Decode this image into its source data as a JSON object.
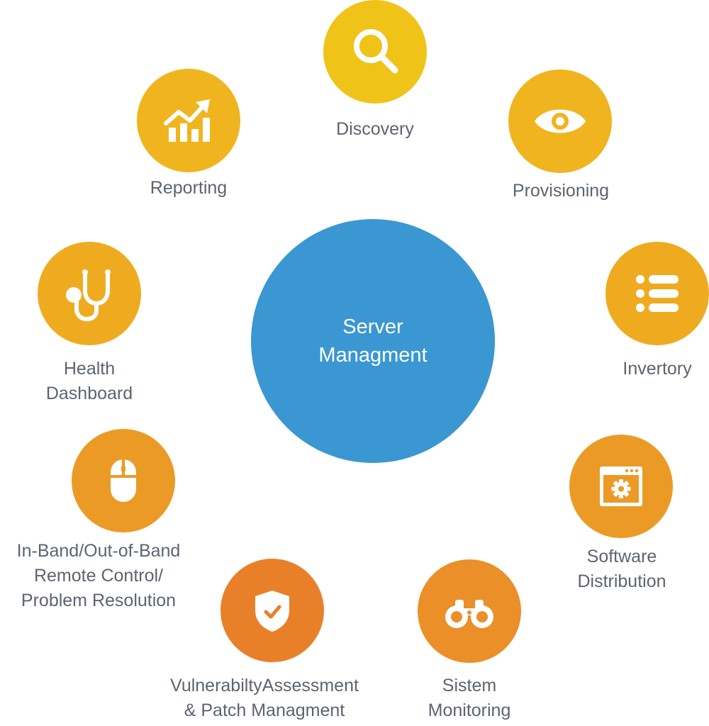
{
  "center": {
    "lines": [
      "Server",
      "Managment"
    ],
    "color": "#3a97d2"
  },
  "text_color": "#5d6470",
  "nodes": [
    {
      "id": "discovery",
      "icon": "search-icon",
      "color": "#efc318",
      "lines": [
        "Discovery"
      ]
    },
    {
      "id": "provisioning",
      "icon": "eye-icon",
      "color": "#f0b51e",
      "lines": [
        "Provisioning"
      ]
    },
    {
      "id": "inventory",
      "icon": "list-icon",
      "color": "#efab20",
      "lines": [
        "Invertory"
      ]
    },
    {
      "id": "software-distribution",
      "icon": "gear-window-icon",
      "color": "#ec9a26",
      "lines": [
        "Software",
        "Distribution"
      ]
    },
    {
      "id": "system-monitoring",
      "icon": "binoculars-icon",
      "color": "#eb8f28",
      "lines": [
        "Sistem",
        "Monitoring"
      ]
    },
    {
      "id": "vulnerability-assessment",
      "icon": "shield-check-icon",
      "color": "#e8802a",
      "lines": [
        "VulnerabiltyAssessment",
        "& Patch Managment"
      ]
    },
    {
      "id": "remote-control",
      "icon": "mouse-icon",
      "color": "#ec9a26",
      "lines": [
        "In-Band/Out-of-Band",
        "Remote Control/",
        "Problem Resolution"
      ]
    },
    {
      "id": "health-dashboard",
      "icon": "stethoscope-icon",
      "color": "#efab20",
      "lines": [
        "Health",
        "Dashboard"
      ]
    },
    {
      "id": "reporting",
      "icon": "chart-growth-icon",
      "color": "#f0b51e",
      "lines": [
        "Reporting"
      ]
    }
  ]
}
